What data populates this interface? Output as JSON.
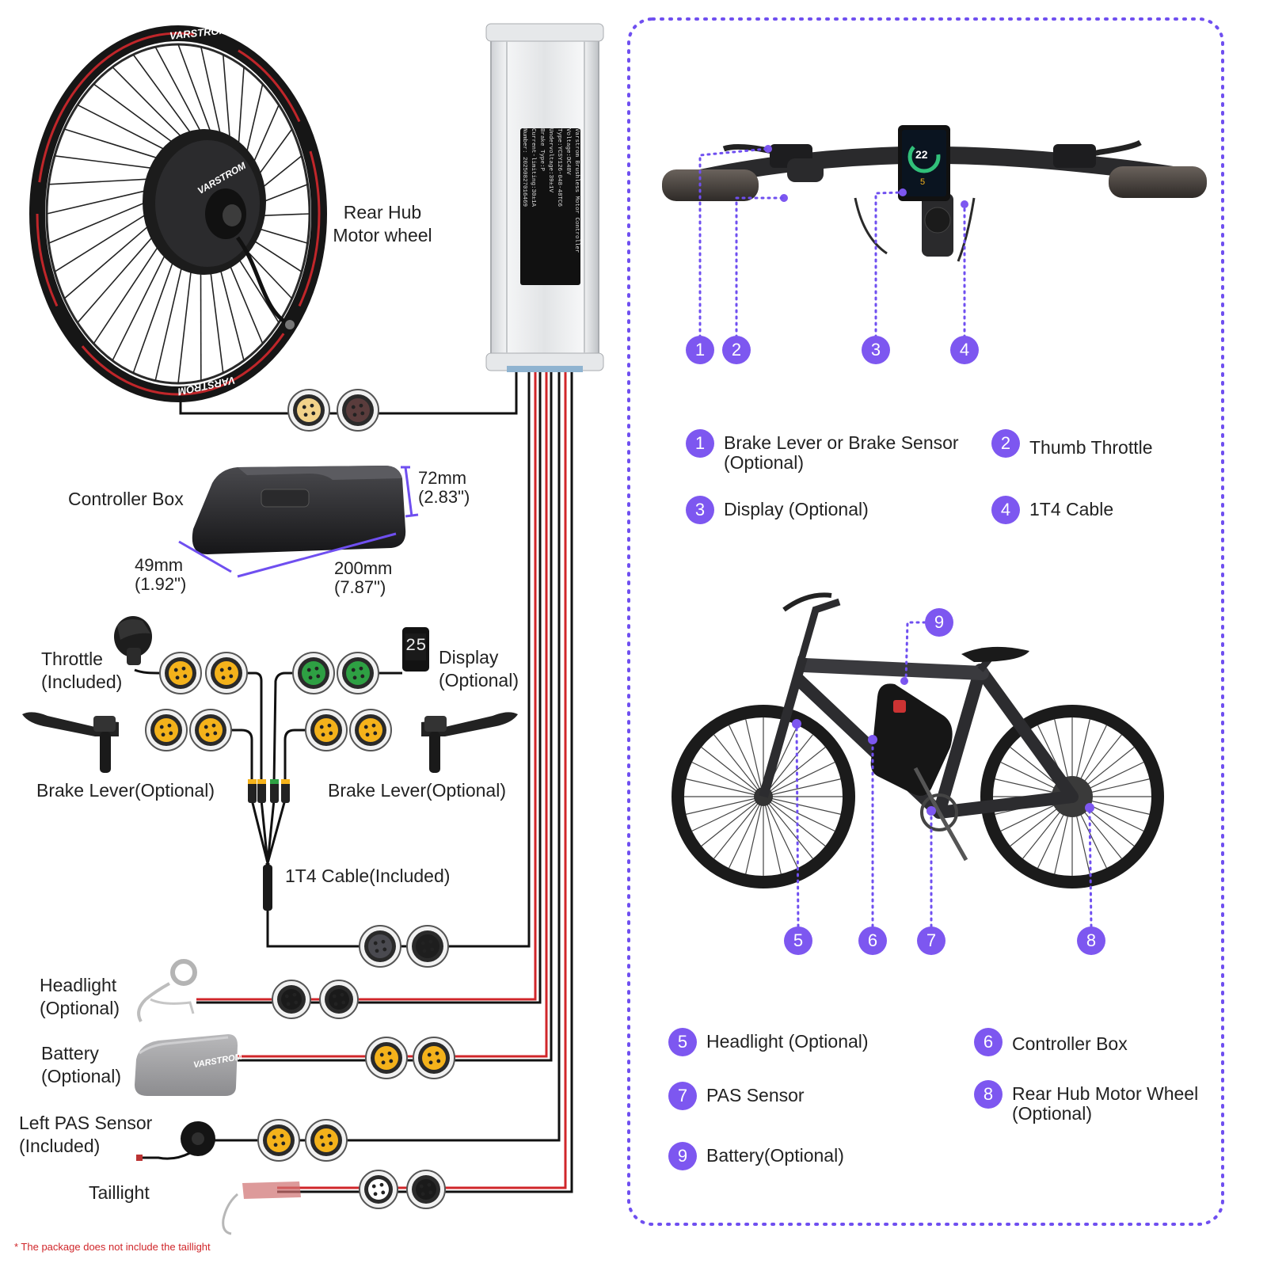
{
  "brand": "VARSTROM",
  "controller_plate": [
    "Varstrom Brushless Motor Controller",
    "Voltage:DC48V",
    "Type:YCSY126-048-48TC6",
    "Undervoltage:39±1V",
    "Brake Type:P",
    "Current-limiting:30±1A",
    "Number: 20250827016469"
  ],
  "components": {
    "rear_hub": [
      "Rear Hub",
      "Motor wheel"
    ],
    "controller_box": "Controller Box",
    "dim_height": [
      "72mm",
      "(2.83\")"
    ],
    "dim_depth": [
      "49mm",
      "(1.92\")"
    ],
    "dim_length": [
      "200mm",
      "(7.87\")"
    ],
    "throttle": [
      "Throttle",
      "(Included)"
    ],
    "display": [
      "Display",
      "(Optional)"
    ],
    "brake_left": "Brake Lever(Optional)",
    "brake_right": "Brake Lever(Optional)",
    "cable_1t4": "1T4 Cable(Included)",
    "headlight": [
      "Headlight",
      "(Optional)"
    ],
    "battery": [
      "Battery",
      "(Optional)"
    ],
    "pas_sensor": [
      "Left PAS Sensor",
      "(Included)"
    ],
    "taillight": "Taillight",
    "note": "* The package does not include the taillight"
  },
  "display_screen": {
    "speed": "22",
    "level": "5"
  },
  "display_small": "25",
  "handlebar_callouts": [
    "1",
    "2",
    "3",
    "4"
  ],
  "bike_callouts": [
    "9",
    "5",
    "6",
    "7",
    "8"
  ],
  "legend_top": [
    {
      "num": "1",
      "lines": [
        "Brake Lever or Brake Sensor",
        "(Optional)"
      ]
    },
    {
      "num": "2",
      "lines": [
        "Thumb Throttle"
      ]
    },
    {
      "num": "3",
      "lines": [
        "Display (Optional)"
      ]
    },
    {
      "num": "4",
      "lines": [
        "1T4 Cable"
      ]
    }
  ],
  "legend_bottom": [
    {
      "num": "5",
      "lines": [
        "Headlight (Optional)"
      ]
    },
    {
      "num": "6",
      "lines": [
        "Controller Box"
      ]
    },
    {
      "num": "7",
      "lines": [
        "PAS Sensor"
      ]
    },
    {
      "num": "8",
      "lines": [
        "Rear Hub Motor Wheel",
        "(Optional)"
      ]
    },
    {
      "num": "9",
      "lines": [
        "Battery(Optional)"
      ]
    }
  ],
  "colors": {
    "accent": "#7d57f0",
    "wire_red": "#d0262a",
    "wire_black": "#111111",
    "connector_yellow": "#f4b21b",
    "connector_green": "#2ea043",
    "note_red": "#d0262a"
  }
}
